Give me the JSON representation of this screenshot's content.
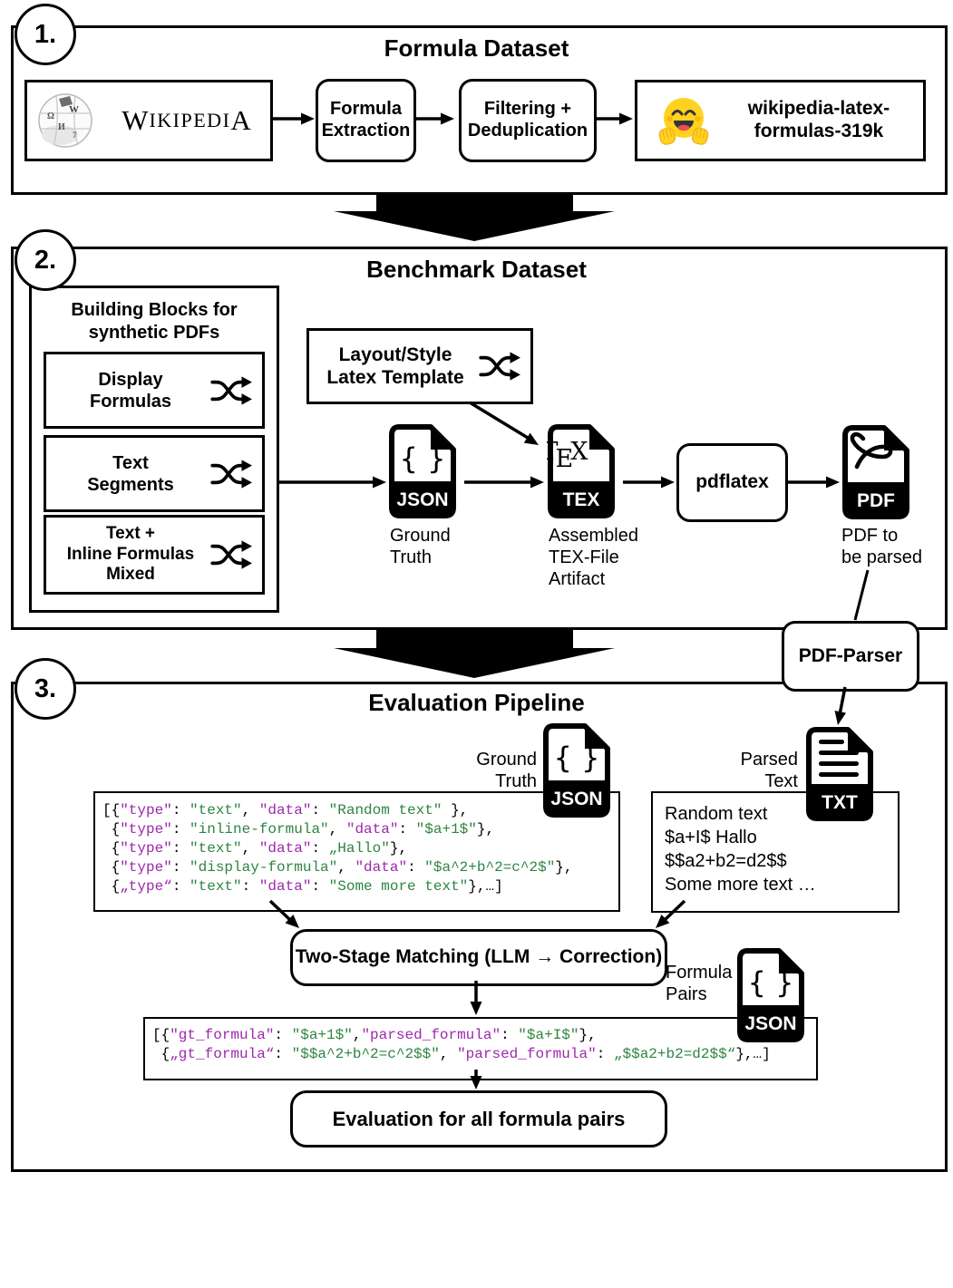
{
  "colors": {
    "code_key": "#9d28ac",
    "code_value": "#2e8540",
    "hf_yellow": "#FFD21E"
  },
  "sections": [
    {
      "number": "1.",
      "title": "Formula Dataset"
    },
    {
      "number": "2.",
      "title": "Benchmark Dataset"
    },
    {
      "number": "3.",
      "title": "Evaluation Pipeline"
    }
  ],
  "s1": {
    "wikipedia_wordmark": [
      "W",
      "IKIPEDI",
      "A"
    ],
    "formula_extraction": [
      "Formula",
      "Extraction"
    ],
    "filtering": [
      "Filtering +",
      "Deduplication"
    ],
    "hf_dataset": [
      "wikipedia-latex-",
      "formulas-319k"
    ]
  },
  "s2": {
    "building_blocks_title": [
      "Building Blocks for",
      "synthetic PDFs"
    ],
    "blocks": [
      {
        "lines": [
          "Display",
          "Formulas"
        ]
      },
      {
        "lines": [
          "Text",
          "Segments"
        ]
      },
      {
        "lines": [
          "Text +",
          "Inline Formulas",
          "Mixed"
        ]
      }
    ],
    "layout_template": [
      "Layout/Style",
      "Latex Template"
    ],
    "ground_truth": [
      "Ground",
      "Truth"
    ],
    "assembled": [
      "Assembled",
      "TEX-File",
      "Artifact"
    ],
    "pdflatex": "pdflatex",
    "pdf_to_parse": [
      "PDF to",
      "be parsed"
    ],
    "pdf_parser": "PDF-Parser"
  },
  "s3": {
    "ground_truth": [
      "Ground",
      "Truth"
    ],
    "parsed_text_label": [
      "Parsed",
      "Text"
    ],
    "formula_pairs": [
      "Formula",
      "Pairs"
    ],
    "two_stage": "Two-Stage Matching (LLM → Correction)",
    "evaluation": "Evaluation for all formula pairs",
    "parsed_lines": [
      "Random text",
      "$a+I$ Hallo",
      "$$a2+b2=d2$$",
      "Some more text …"
    ]
  },
  "icons": {
    "json": "JSON",
    "tex": "TEX",
    "txt": "TXT",
    "pdf": "PDF",
    "braces": "{ }",
    "tex_logo": [
      "T",
      "E",
      "X"
    ]
  },
  "code": {
    "gt": [
      [
        [
          "p",
          "[{"
        ],
        [
          "k",
          "\"type\""
        ],
        [
          "p",
          ": "
        ],
        [
          "v",
          "\"text\""
        ],
        [
          "p",
          ", "
        ],
        [
          "k",
          "\"data\""
        ],
        [
          "p",
          ": "
        ],
        [
          "v",
          "\"Random text\""
        ],
        [
          "p",
          " },"
        ]
      ],
      [
        [
          "p",
          " {"
        ],
        [
          "k",
          "\"type\""
        ],
        [
          "p",
          ": "
        ],
        [
          "v",
          "\"inline-formula\""
        ],
        [
          "p",
          ", "
        ],
        [
          "k",
          "\"data\""
        ],
        [
          "p",
          ": "
        ],
        [
          "v",
          "\"$a+1$\""
        ],
        [
          "p",
          "},"
        ]
      ],
      [
        [
          "p",
          " {"
        ],
        [
          "k",
          "\"type\""
        ],
        [
          "p",
          ": "
        ],
        [
          "v",
          "\"text\""
        ],
        [
          "p",
          ", "
        ],
        [
          "k",
          "\"data\""
        ],
        [
          "p",
          ": "
        ],
        [
          "v",
          "„Hallo\""
        ],
        [
          "p",
          "},"
        ]
      ],
      [
        [
          "p",
          " {"
        ],
        [
          "k",
          "\"type\""
        ],
        [
          "p",
          ": "
        ],
        [
          "v",
          "\"display-formula\""
        ],
        [
          "p",
          ", "
        ],
        [
          "k",
          "\"data\""
        ],
        [
          "p",
          ": "
        ],
        [
          "v",
          "\"$a^2+b^2=c^2$\""
        ],
        [
          "p",
          "},"
        ]
      ],
      [
        [
          "p",
          " {"
        ],
        [
          "k",
          "„type“"
        ],
        [
          "p",
          ": "
        ],
        [
          "v",
          "\"text\""
        ],
        [
          "p",
          ": "
        ],
        [
          "k",
          "\"data\""
        ],
        [
          "p",
          ": "
        ],
        [
          "v",
          "\"Some more text\""
        ],
        [
          "p",
          "},…]"
        ]
      ]
    ],
    "pairs": [
      [
        [
          "p",
          "[{"
        ],
        [
          "k",
          "\"gt_formula\""
        ],
        [
          "p",
          ": "
        ],
        [
          "v",
          "\"$a+1$\""
        ],
        [
          "p",
          ","
        ],
        [
          "k",
          "\"parsed_formula\""
        ],
        [
          "p",
          ": "
        ],
        [
          "v",
          "\"$a+I$\""
        ],
        [
          "p",
          "},"
        ]
      ],
      [
        [
          "p",
          " {"
        ],
        [
          "k",
          "„gt_formula“"
        ],
        [
          "p",
          ": "
        ],
        [
          "v",
          "\"$$a^2+b^2=c^2$$\""
        ],
        [
          "p",
          ", "
        ],
        [
          "k",
          "\"parsed_formula\""
        ],
        [
          "p",
          ": "
        ],
        [
          "v",
          "„$$a2+b2=d2$$“"
        ],
        [
          "p",
          "},…]"
        ]
      ]
    ]
  }
}
